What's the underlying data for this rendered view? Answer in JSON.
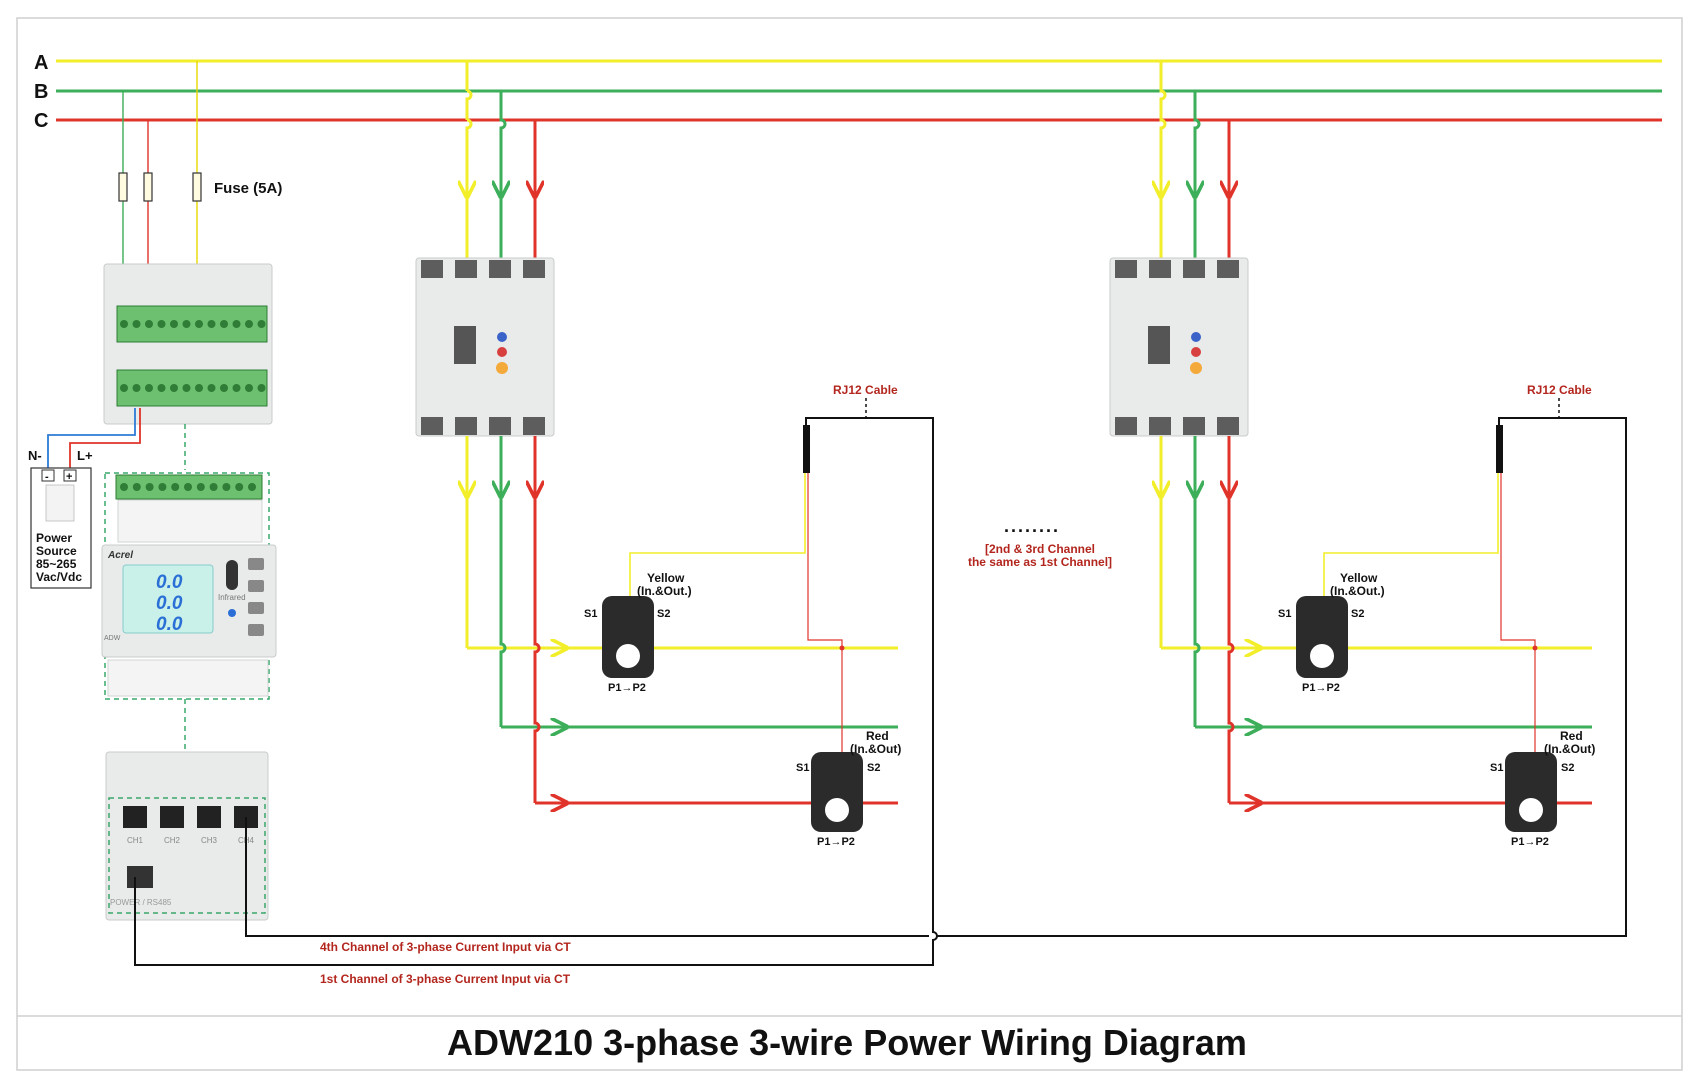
{
  "title": "ADW210 3-phase 3-wire Power Wiring Diagram",
  "phases": [
    "A",
    "B",
    "C"
  ],
  "colors": {
    "phase_a": "#f2ee2a",
    "phase_b": "#3dae5a",
    "phase_c": "#e0342b",
    "label_red": "#b3261e",
    "cable": "#111111",
    "dashed_enclosure": "#3aa86b"
  },
  "fuse_label": "Fuse (5A)",
  "power_source": {
    "neg_label": "N-",
    "pos_label": "L+",
    "minus_symbol": "-",
    "plus_symbol": "+",
    "text_lines": [
      "Power",
      "Source",
      "85~265",
      "Vac/Vdc"
    ]
  },
  "meter": {
    "brand": "Acrel",
    "model": "ADW",
    "display_values": [
      "0.0",
      "0.0",
      "0.0"
    ],
    "infrared_label": "Infrared"
  },
  "module": {
    "channels": [
      "CH1",
      "CH2",
      "CH3",
      "CH4"
    ],
    "port_label": "POWER / RS485"
  },
  "channel_1": {
    "rj12_label": "RJ12 Cable",
    "ct_yellow": {
      "label1": "Yellow",
      "label2": "(In.&Out.)",
      "s1": "S1",
      "s2": "S2",
      "p": "P1→P2"
    },
    "ct_red": {
      "label1": "Red",
      "label2": "(In.&Out)",
      "s1": "S1",
      "s2": "S2",
      "p": "P1→P2"
    }
  },
  "channel_4": {
    "rj12_label": "RJ12 Cable",
    "ct_yellow": {
      "label1": "Yellow",
      "label2": "(In.&Out.)",
      "s1": "S1",
      "s2": "S2",
      "p": "P1→P2"
    },
    "ct_red": {
      "label1": "Red",
      "label2": "(In.&Out)",
      "s1": "S1",
      "s2": "S2",
      "p": "P1→P2"
    }
  },
  "middle_note": {
    "dots": "........",
    "line1": "[2nd & 3rd Channel",
    "line2": "the same as 1st Channel]"
  },
  "bottom_labels": {
    "ch4": "4th Channel of 3-phase Current Input via CT",
    "ch1": "1st Channel of 3-phase Current Input via CT"
  }
}
